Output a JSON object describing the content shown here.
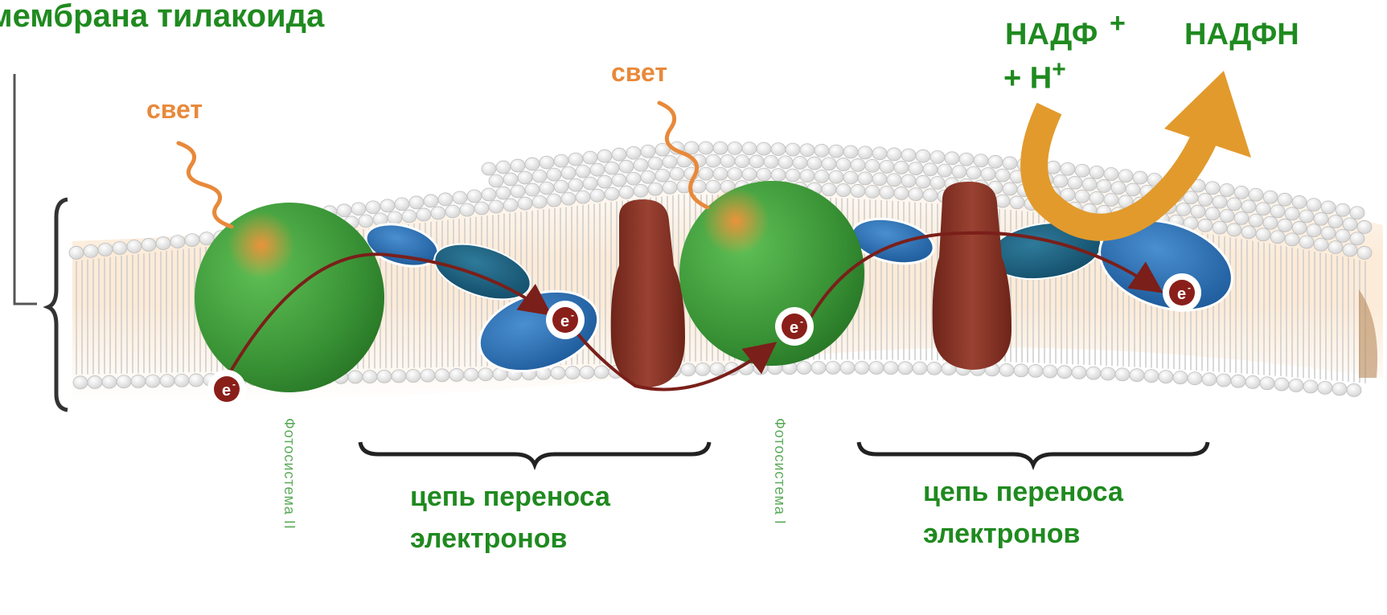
{
  "diagram": {
    "title": "мембрана тилакоида",
    "light_label_1": "свет",
    "light_label_2": "свет",
    "nadp_label": "НАДФ",
    "nadp_superscript": "+",
    "proton_label": "+ Н",
    "proton_superscript": "+",
    "nadph_label": "НАДФН",
    "photosystem_2": "Фотосистема II",
    "photosystem_1": "Фотосистема I",
    "chain_label_1": [
      "цепь переноса",
      "электронов"
    ],
    "chain_label_2": [
      "цепь переноса",
      "электронов"
    ],
    "electron_symbol": "е",
    "electron_superscript": "-"
  },
  "colors": {
    "label_green": "#1f8a1f",
    "light_orange": "#e8893a",
    "photosystem_green": "#3f9a3a",
    "carrier_blue": "#2f6fb0",
    "cytochrome_brown": "#8a3326",
    "nadph_arrow": "#e29a2c",
    "membrane_bead": "#f2f2f2"
  }
}
